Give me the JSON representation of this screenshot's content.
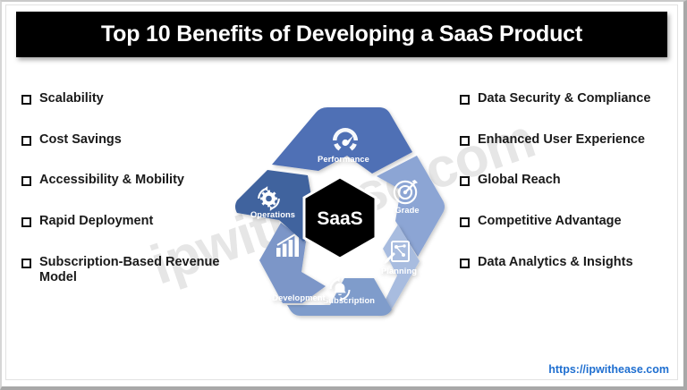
{
  "page": {
    "title": "Top 10 Benefits of Developing a SaaS Product",
    "watermark": "ipwithease.com",
    "footer_url": "https://ipwithease.com",
    "background_color": "#ffffff",
    "title_bar_color": "#000000",
    "title_text_color": "#ffffff",
    "accent_link_color": "#1f6fd0"
  },
  "benefits": {
    "left_column": [
      {
        "label": "Scalability"
      },
      {
        "label": "Cost Savings"
      },
      {
        "label": "Accessibility & Mobility"
      },
      {
        "label": "Rapid Deployment"
      },
      {
        "label": "Subscription-Based Revenue Model"
      }
    ],
    "right_column": [
      {
        "label": "Data Security & Compliance"
      },
      {
        "label": "Enhanced User Experience"
      },
      {
        "label": "Global Reach"
      },
      {
        "label": "Competitive Advantage"
      },
      {
        "label": "Data Analytics & Insights"
      }
    ]
  },
  "diagram": {
    "center_label": "SaaS",
    "center_color": "#000000",
    "segments": [
      {
        "id": "performance",
        "label": "Performance",
        "icon": "speedometer-icon",
        "color": "#4f6fb5",
        "position": "top-left"
      },
      {
        "id": "grade",
        "label": "Grade",
        "icon": "target-icon",
        "color": "#8ca5d4",
        "position": "top-right"
      },
      {
        "id": "planning",
        "label": "Planning",
        "icon": "clipboard-plan-icon",
        "color": "#a8bcdf",
        "position": "right"
      },
      {
        "id": "subscription",
        "label": "Subscription",
        "icon": "bell-refresh-icon",
        "color": "#7f9ccb",
        "position": "bottom-right"
      },
      {
        "id": "development",
        "label": "Development",
        "icon": "bar-growth-icon",
        "color": "#7b96c8",
        "position": "bottom-left"
      },
      {
        "id": "operations",
        "label": "Operations",
        "icon": "gear-refresh-icon",
        "color": "#41639e",
        "position": "left"
      }
    ]
  }
}
